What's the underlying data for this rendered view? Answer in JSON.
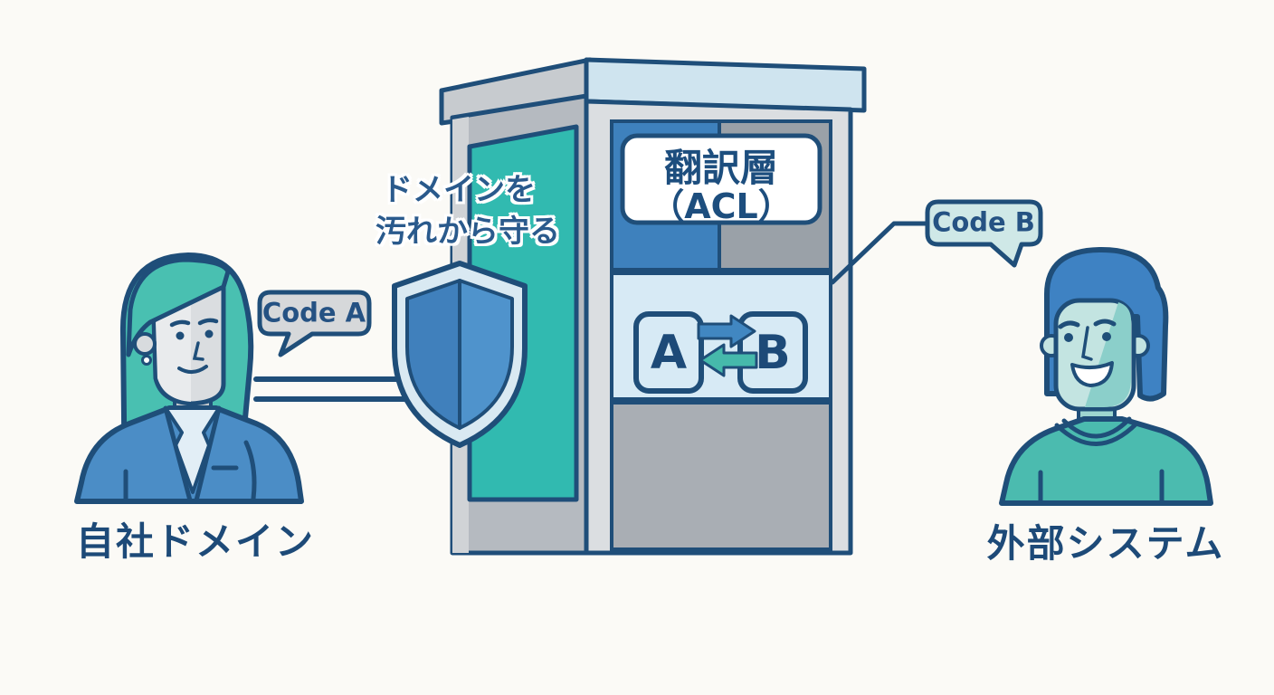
{
  "caption": {
    "line1": "ドメインを",
    "line2": "汚れから守る"
  },
  "booth": {
    "sign_line1": "翻訳層",
    "sign_line2": "（ACL）",
    "code_left": "A",
    "code_right": "B"
  },
  "bubbles": {
    "left": "Code A",
    "right": "Code B"
  },
  "actors": {
    "left_label": "自社ドメイン",
    "right_label": "外部システム"
  },
  "colors": {
    "background": "#fbfaf6",
    "outline_navy": "#1f4e79",
    "teal": "#45bfb0",
    "booth_teal_panel": "#31bab0",
    "blue": "#4289c4",
    "panel_blue": "#3e81bd",
    "panel_light_blue": "#d7eaf5",
    "roof_light_blue": "#cfe4ef",
    "bubble_a_fill": "#d6d8da",
    "bubble_b_fill": "#cfe8e7",
    "arrow_right_blue": "#4187c1",
    "arrow_left_teal": "#46b9ab"
  }
}
